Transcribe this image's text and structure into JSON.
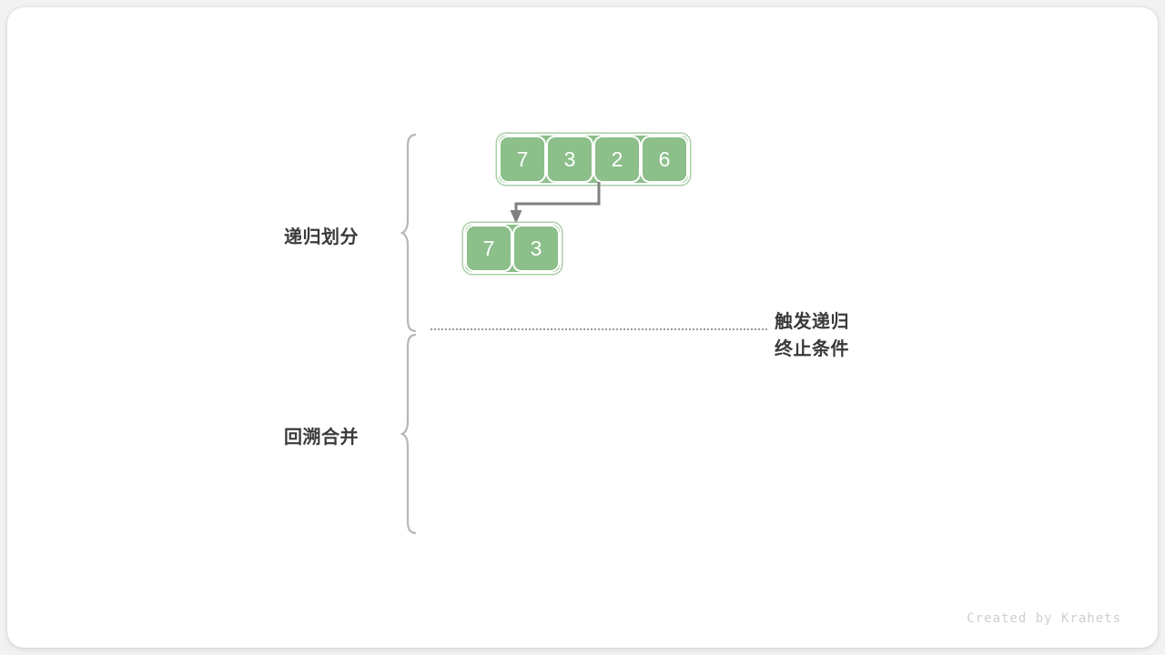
{
  "figure": {
    "title_labels": {
      "divide": "递归划分",
      "merge": "回溯合并"
    },
    "annotation_line1": "触发递归",
    "annotation_line2": "终止条件",
    "credit": "Created by Krahets"
  },
  "arrays": [
    {
      "name": "top-array",
      "values": [
        "7",
        "3",
        "2",
        "6"
      ]
    },
    {
      "name": "bottom-array",
      "values": [
        "7",
        "3"
      ]
    }
  ],
  "colors": {
    "cell_fill": "#8cbf8a",
    "cell_border": "#ffffff",
    "array_outline": "#a9cfa6",
    "text_dark": "#3a3a3a",
    "arrow": "#808080",
    "divider": "#9a9a9a",
    "credit": "#cfcfcf",
    "card_bg": "#ffffff",
    "page_bg": "#f2f2f2"
  },
  "icons": {
    "arrow": "down-arrow-icon",
    "brace_divide": "curly-brace-icon",
    "brace_merge": "curly-brace-icon"
  }
}
